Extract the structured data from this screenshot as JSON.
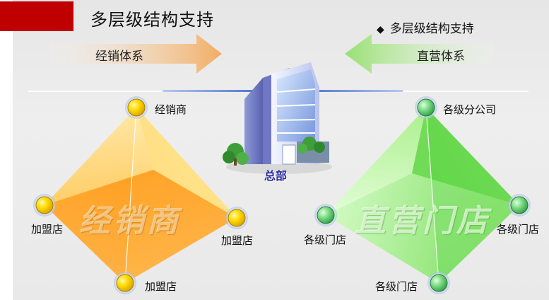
{
  "header": {
    "title": "多层级结构支持",
    "subtitle": "多层级结构支持",
    "bullet": "◆"
  },
  "arrows": {
    "left_label": "经销体系",
    "right_label": "直营体系"
  },
  "hq": {
    "label": "总部"
  },
  "left_pyramid": {
    "watermark": "经销商",
    "top_node": "经销商",
    "left_node": "加盟店",
    "right_node": "加盟店",
    "bottom_node": "加盟店"
  },
  "right_pyramid": {
    "watermark": "直营门店",
    "top_node": "各级分公司",
    "left_node": "各级门店",
    "right_node": "各级门店",
    "bottom_node": "各级门店"
  },
  "colors": {
    "brand_red": "#c00000",
    "left_arrow": "#f2b06a",
    "right_arrow": "#9fe17a",
    "yellow_node": "#ffd800",
    "green_node": "#6fd67a"
  }
}
